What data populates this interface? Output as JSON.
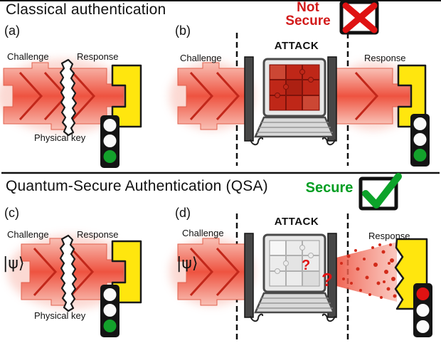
{
  "sections": {
    "classical": {
      "title": "Classical authentication",
      "status_label": "Not Secure"
    },
    "quantum": {
      "title": "Quantum-Secure Authentication (QSA)",
      "status_label": "Secure"
    }
  },
  "panels": {
    "a": {
      "label": "(a)",
      "challenge": "Challenge",
      "response": "Response",
      "key_caption": "Physical key"
    },
    "b": {
      "label": "(b)",
      "challenge": "Challenge",
      "attack": "ATTACK",
      "response": "Response"
    },
    "c": {
      "label": "(c)",
      "psi": "|ψ⟩",
      "challenge": "Challenge",
      "response": "Response",
      "key_caption": "Physical key"
    },
    "d": {
      "label": "(d)",
      "psi": "|ψ⟩",
      "challenge": "Challenge",
      "attack": "ATTACK",
      "response": "Response",
      "screen_question": "?",
      "side_question": "?"
    }
  },
  "indicators": {
    "a_light": "green",
    "b_light": "green",
    "c_light": "green",
    "d_light": "red"
  },
  "colors": {
    "challenge_red": "#ee5340",
    "arrow_outline_red": "#c2271a",
    "key_yellow": "#ffe60e",
    "green_light": "#13a12b",
    "red_light": "#e01212",
    "not_secure": "#d21a1a",
    "secure": "#009e22"
  }
}
